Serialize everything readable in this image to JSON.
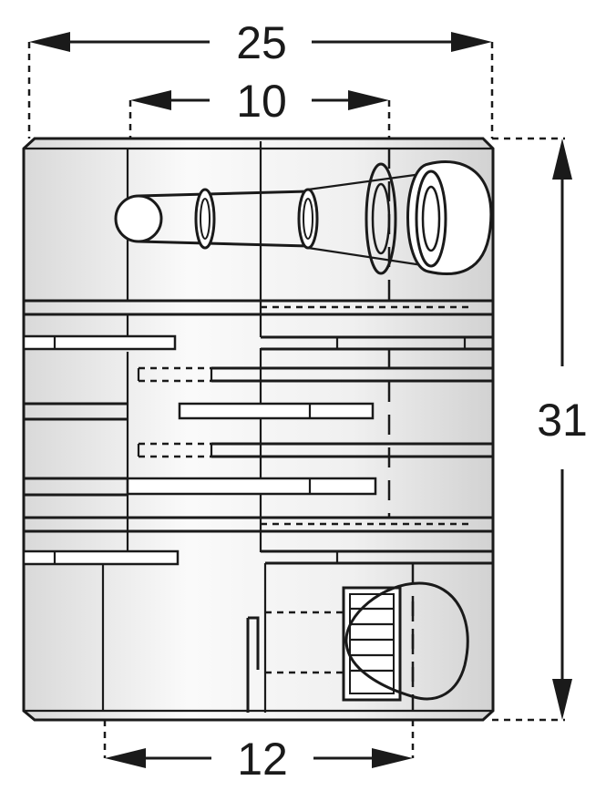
{
  "dimensions": {
    "overall_width": "25",
    "bore_diameter_top": "10",
    "overall_length": "31",
    "bore_diameter_bottom": "12"
  }
}
